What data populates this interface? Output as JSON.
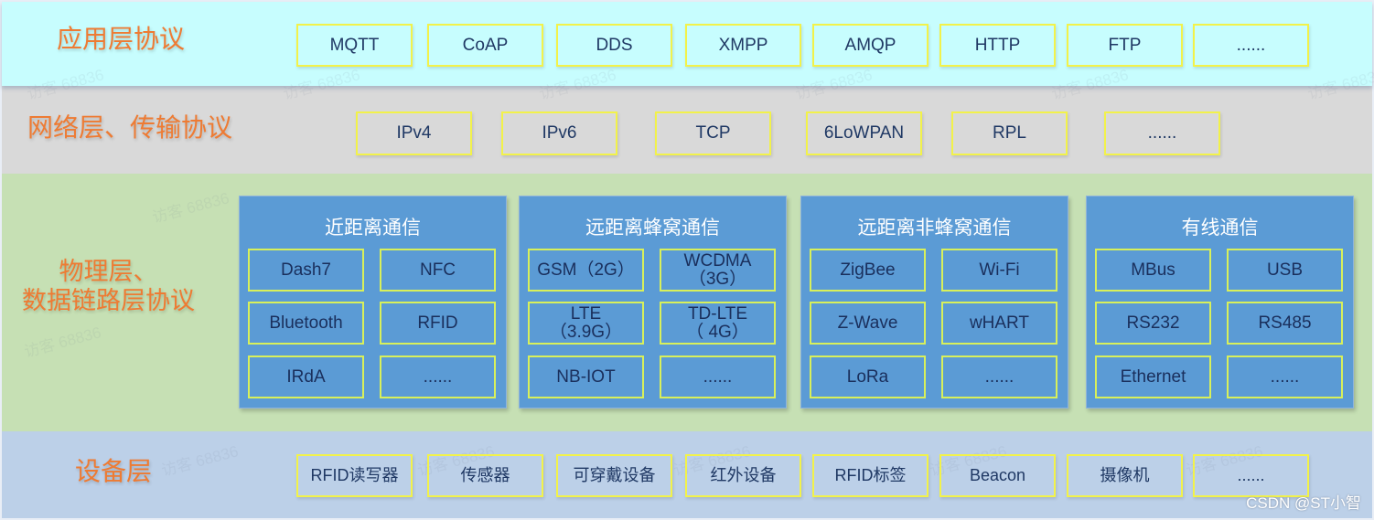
{
  "application_layer": {
    "title": "应用层协议",
    "items": [
      "MQTT",
      "CoAP",
      "DDS",
      "XMPP",
      "AMQP",
      "HTTP",
      "FTP",
      "......"
    ]
  },
  "network_layer": {
    "title": "网络层、传输协议",
    "items": [
      "IPv4",
      "IPv6",
      "TCP",
      "6LoWPAN",
      "RPL",
      "......"
    ]
  },
  "physical_layer": {
    "title_line1": "物理层、",
    "title_line2": "数据链路层协议",
    "groups": [
      {
        "title": "近距离通信",
        "items": [
          [
            "Dash7"
          ],
          [
            "NFC"
          ],
          [
            "Bluetooth"
          ],
          [
            "RFID"
          ],
          [
            "IRdA"
          ],
          [
            "......"
          ]
        ]
      },
      {
        "title": "远距离蜂窝通信",
        "items": [
          [
            "GSM（2G）"
          ],
          [
            "WCDMA",
            "（3G）"
          ],
          [
            "LTE",
            "（3.9G）"
          ],
          [
            "TD-LTE",
            "（ 4G）"
          ],
          [
            "NB-IOT"
          ],
          [
            "......"
          ]
        ]
      },
      {
        "title": "远距离非蜂窝通信",
        "items": [
          [
            "ZigBee"
          ],
          [
            "Wi-Fi"
          ],
          [
            "Z-Wave"
          ],
          [
            "wHART"
          ],
          [
            "LoRa"
          ],
          [
            "......"
          ]
        ]
      },
      {
        "title": "有线通信",
        "items": [
          [
            "MBus"
          ],
          [
            "USB"
          ],
          [
            "RS232"
          ],
          [
            "RS485"
          ],
          [
            "Ethernet"
          ],
          [
            "......"
          ]
        ]
      }
    ]
  },
  "device_layer": {
    "title": "设备层",
    "items": [
      "RFID读写器",
      "传感器",
      "可穿戴设备",
      "红外设备",
      "RFID标签",
      "Beacon",
      "摄像机",
      "......"
    ]
  },
  "watermark_text": "访客 68836",
  "credit": "CSDN @ST小智",
  "colors": {
    "title_orange": "#ee7b33",
    "app_bg": "#c7fdfe",
    "net_bg": "#d9d9d9",
    "phy_bg": "#c6e0b4",
    "dev_bg": "#bcd0e8",
    "panel_blue": "#5b9bd5",
    "box_border_yellow": "#f2f24a",
    "text_navy": "#1f3864"
  }
}
